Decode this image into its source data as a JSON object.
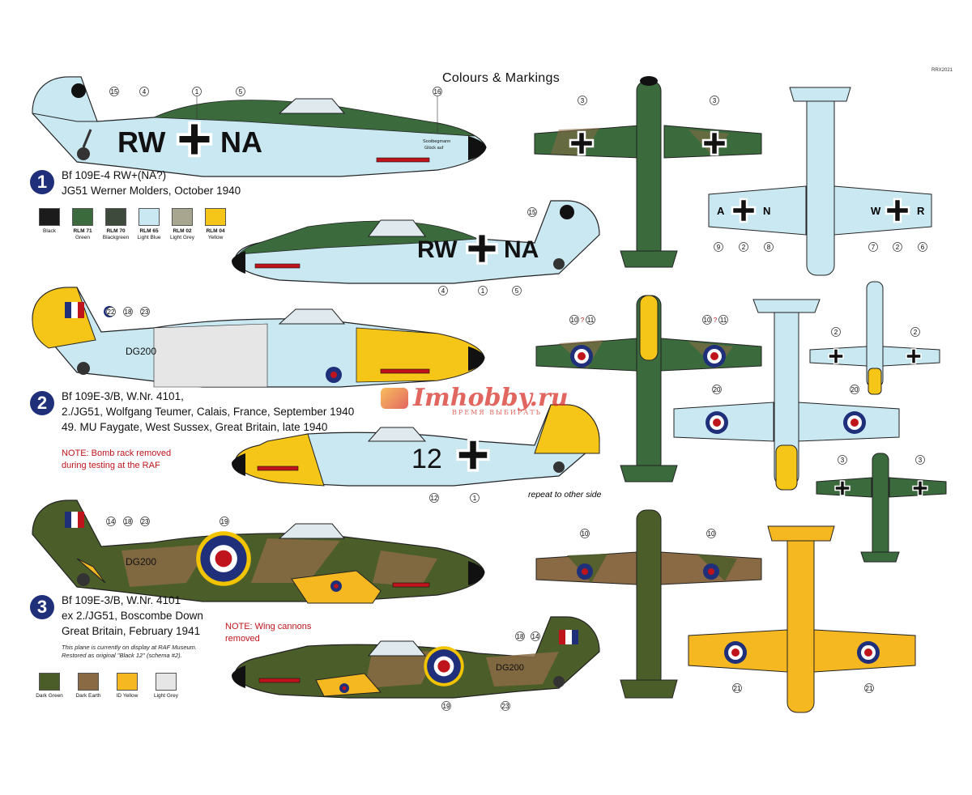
{
  "header": {
    "title": "Colours & Markings",
    "code": "RRX2021"
  },
  "scheme1": {
    "badge": "1",
    "line1": "Bf 109E-4 RW+(NA?)",
    "line2": "JG51 Werner Molders, October 1940",
    "codes": {
      "left": "RW",
      "right": "NA"
    },
    "swatches": [
      {
        "code": "",
        "name": "Black",
        "color": "#1b1b1b"
      },
      {
        "code": "RLM 71",
        "name": "Green",
        "color": "#3b6b3d"
      },
      {
        "code": "RLM 70",
        "name": "Blackgreen",
        "color": "#3e4a3c"
      },
      {
        "code": "RLM 65",
        "name": "Light Blue",
        "color": "#c9e8f2"
      },
      {
        "code": "RLM 02",
        "name": "Light Grey",
        "color": "#a9a68f"
      },
      {
        "code": "RLM 04",
        "name": "Yellow",
        "color": "#f5c518"
      }
    ]
  },
  "scheme2": {
    "badge": "2",
    "line1": "Bf 109E-3/B, W.Nr. 4101,",
    "line2": "2./JG51, Wolfgang Teumer, Calais, France, September 1940",
    "line3": "49. MU Faygate, West Sussex, Great Britain, late 1940",
    "note1": "NOTE: Bomb rack removed",
    "note2": "during testing at the RAF",
    "serial": "DG200",
    "number": "12",
    "repeat": "repeat to other side"
  },
  "scheme3": {
    "badge": "3",
    "line1": "Bf 109E-3/B, W.Nr. 4101",
    "line2": "ex 2./JG51, Boscombe Down",
    "line3": "Great Britain, February 1941",
    "note1": "NOTE: Wing cannons",
    "note2": "removed",
    "small1": "This plane is currently on display at RAF Museum.",
    "small2": "Restored as original \"Black 12\" (schema #2).",
    "serial": "DG200",
    "swatches": [
      {
        "name": "Dark Green",
        "color": "#4b5e2a"
      },
      {
        "name": "Dark Earth",
        "color": "#8a6a44"
      },
      {
        "name": "ID Yellow",
        "color": "#f5b820"
      },
      {
        "name": "Light Grey",
        "color": "#e6e6e6"
      }
    ]
  },
  "callouts": {
    "c1": "1",
    "c2": "2",
    "c3": "3",
    "c4": "4",
    "c5": "5",
    "c6": "6",
    "c7": "7",
    "c8": "8",
    "c9": "9",
    "c10": "10",
    "c11": "11",
    "c12": "12",
    "c14": "14",
    "c15": "15",
    "c16": "16",
    "c18": "18",
    "c19": "19",
    "c20": "20",
    "c21": "21",
    "c22": "22",
    "c23": "23",
    "q": "?"
  },
  "stencils": {
    "s1": "Sootbegmann",
    "s2": "Glück auf"
  },
  "underwing": {
    "r": "R",
    "w": "W",
    "n": "N",
    "a": "A"
  },
  "watermark": {
    "brand": "Imhobby.ru",
    "tagline": "ВРЕМЯ ВЫБИРАТЬ"
  },
  "colors": {
    "rlm65": "#c9e8f2",
    "green": "#3b6b3d",
    "earth": "#8a6a44",
    "yellow": "#f5c518",
    "roundel_blue": "#1f2f7a",
    "roundel_red": "#c0141c"
  }
}
